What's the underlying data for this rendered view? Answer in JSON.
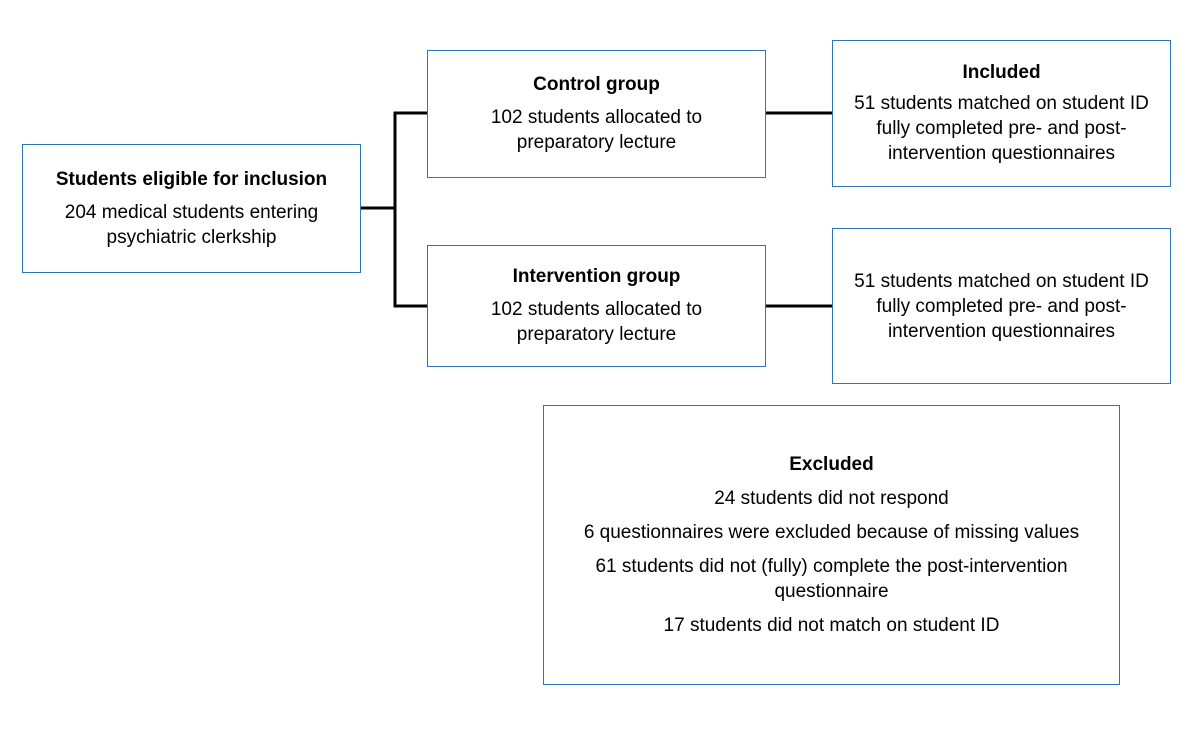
{
  "nodes": {
    "eligible": {
      "title": "Students eligible for inclusion",
      "lines": [
        "204 medical students entering",
        "psychiatric clerkship"
      ]
    },
    "control": {
      "title": "Control group",
      "lines": [
        "102 students allocated to",
        "preparatory lecture"
      ]
    },
    "intervention": {
      "title": "Intervention group",
      "lines": [
        "102 students allocated to",
        "preparatory lecture"
      ]
    },
    "included_control": {
      "title": "Included",
      "lines": [
        "51 students matched on student ID",
        "fully completed pre- and post-",
        "intervention questionnaires"
      ]
    },
    "included_intervention": {
      "lines": [
        "51 students matched on student ID",
        "fully completed pre- and post-",
        "intervention questionnaires"
      ]
    },
    "excluded": {
      "title": "Excluded",
      "items": [
        "24 students did not respond",
        "6 questionnaires were excluded because of missing values",
        "61 students did not (fully) complete the post-intervention questionnaire",
        "17 students did not match on student ID"
      ]
    }
  },
  "colors": {
    "box_border": "#2e75b6",
    "connector": "#000000"
  }
}
